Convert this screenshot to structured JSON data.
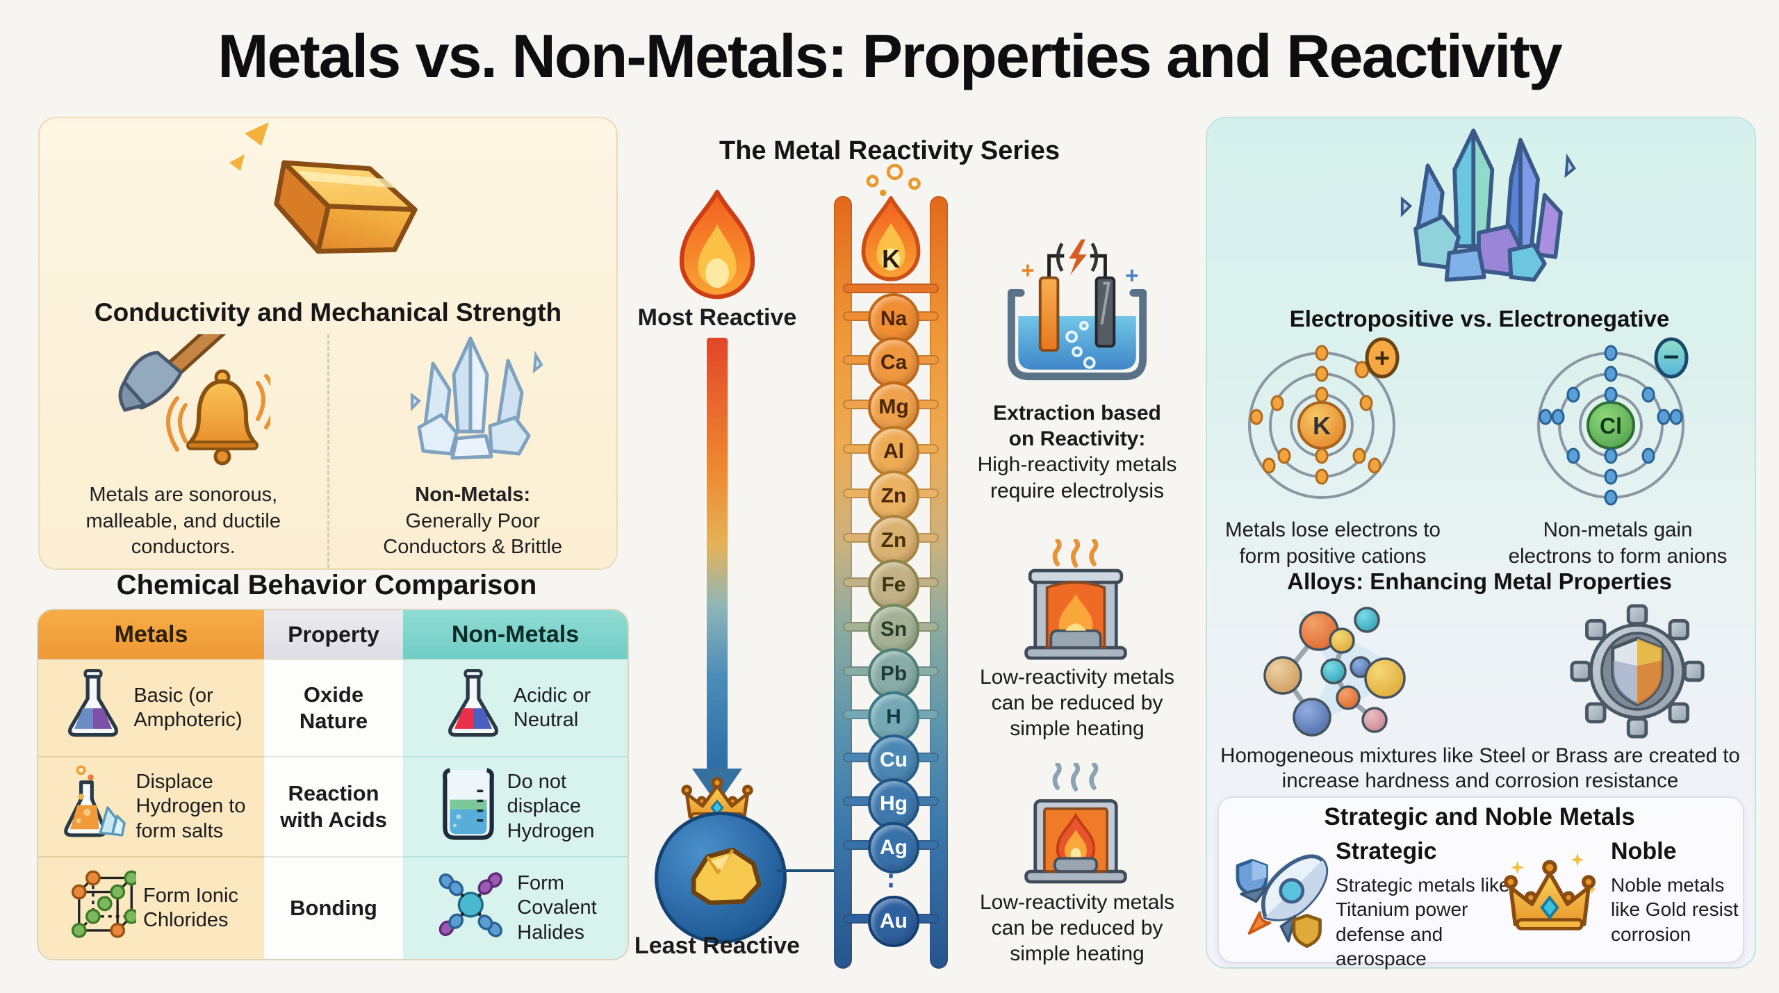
{
  "title": "Metals vs. Non-Metals: Properties and Reactivity",
  "left_panel": {
    "heading": "Conductivity and Mechanical Strength",
    "metals_text": "Metals are sonorous,\nmalleable, and ductile\nconductors.",
    "nonmetals_label": "Non-Metals:",
    "nonmetals_text": "Generally Poor\nConductors & Brittle"
  },
  "comparison_table": {
    "heading": "Chemical Behavior Comparison",
    "columns": [
      "Metals",
      "Property",
      "Non-Metals"
    ],
    "rows": [
      {
        "metals": "Basic (or\nAmphoteric)",
        "property": "Oxide Nature",
        "nonmetals": "Acidic or\nNeutral"
      },
      {
        "metals": "Displace\nHydrogen to\nform salts",
        "property": "Reaction\nwith Acids",
        "nonmetals": "Do not\ndisplace\nHydrogen"
      },
      {
        "metals": "Form Ionic\nChlorides",
        "property": "Bonding",
        "nonmetals": "Form\nCovalent\nHalides"
      }
    ]
  },
  "reactivity_series": {
    "heading": "The Metal Reactivity Series",
    "most_label": "Most Reactive",
    "least_label": "Least Reactive",
    "elements": [
      {
        "symbol": "K",
        "type": "flame"
      },
      {
        "symbol": "Na",
        "fill": "#F08E33",
        "text": "#4A2508",
        "border": "#C06818"
      },
      {
        "symbol": "Ca",
        "fill": "#F09840",
        "text": "#4A2508",
        "border": "#C06818"
      },
      {
        "symbol": "Mg",
        "fill": "#EFA14B",
        "text": "#4A2508",
        "border": "#C06818"
      },
      {
        "symbol": "Al",
        "fill": "#EEAB55",
        "text": "#4A2508",
        "border": "#BE7722"
      },
      {
        "symbol": "Zn",
        "fill": "#EAB262",
        "text": "#4A2508",
        "border": "#B97F2E"
      },
      {
        "symbol": "Zn",
        "fill": "#DCB273",
        "text": "#443208",
        "border": "#A8843C"
      },
      {
        "symbol": "Fe",
        "fill": "#C2B185",
        "text": "#3A3410",
        "border": "#8F8448"
      },
      {
        "symbol": "Sn",
        "fill": "#A4B195",
        "text": "#2A3A28",
        "border": "#6F8A60"
      },
      {
        "symbol": "Pb",
        "fill": "#88ACA6",
        "text": "#1E3A3A",
        "border": "#4E7E78"
      },
      {
        "symbol": "H",
        "fill": "#74A8B4",
        "text": "#103A44",
        "border": "#3A7A88"
      },
      {
        "symbol": "Cu",
        "fill": "#4C87B4",
        "text": "#FFFFFF",
        "border": "#275E8C"
      },
      {
        "symbol": "Hg",
        "fill": "#3F79AE",
        "text": "#FFFFFF",
        "border": "#1F5488"
      },
      {
        "symbol": "Ag",
        "fill": "#3870AA",
        "text": "#FFFFFF",
        "border": "#1A4C80"
      },
      {
        "symbol": "⋮",
        "type": "dots"
      },
      {
        "symbol": "Au",
        "fill": "#2E5F9E",
        "text": "#FFFFFF",
        "border": "#143E72"
      }
    ]
  },
  "middle_column": {
    "extraction_bold": "Extraction based\non Reactivity:",
    "extraction_text": "High-reactivity metals\nrequire electrolysis",
    "heating_text_1": "Low-reactivity metals\ncan be reduced by\nsimple heating",
    "heating_text_2": "Low-reactivity metals\ncan be reduced by\nsimple heating"
  },
  "right_panel": {
    "electro_heading": "Electropositive vs. Electronegative",
    "cation_symbol": "K",
    "cation_charge": "+",
    "anion_symbol": "Cl",
    "anion_charge": "−",
    "cation_caption": "Metals lose electrons to\nform positive cations",
    "anion_caption": "Non-metals gain\nelectrons to form anions",
    "alloys_heading": "Alloys: Enhancing Metal Properties",
    "alloys_caption": "Homogeneous mixtures like Steel or Brass are created to\nincrease hardness and corrosion resistance",
    "strategic_noble": {
      "heading": "Strategic and Noble Metals",
      "strategic_label": "Strategic",
      "strategic_text": "Strategic metals like\nTitanium power\ndefense and aerospace",
      "noble_label": "Noble",
      "noble_text": "Noble metals\nlike Gold resist\ncorrosion"
    }
  },
  "colors": {
    "page_bg": "#F6F5F2",
    "left_panel_bg": "#FCF3DC",
    "table_metals_header": "#F2A23C",
    "table_property_header": "#E4E4E8",
    "table_nonmetals_header": "#7FD3CA",
    "right_panel_top": "#D6F1ED",
    "ladder_top": "#E2681C",
    "ladder_bottom": "#27548E",
    "arrow_top": "#E2462A",
    "arrow_bottom": "#2F6BA6",
    "gold": "#F2B23C"
  }
}
